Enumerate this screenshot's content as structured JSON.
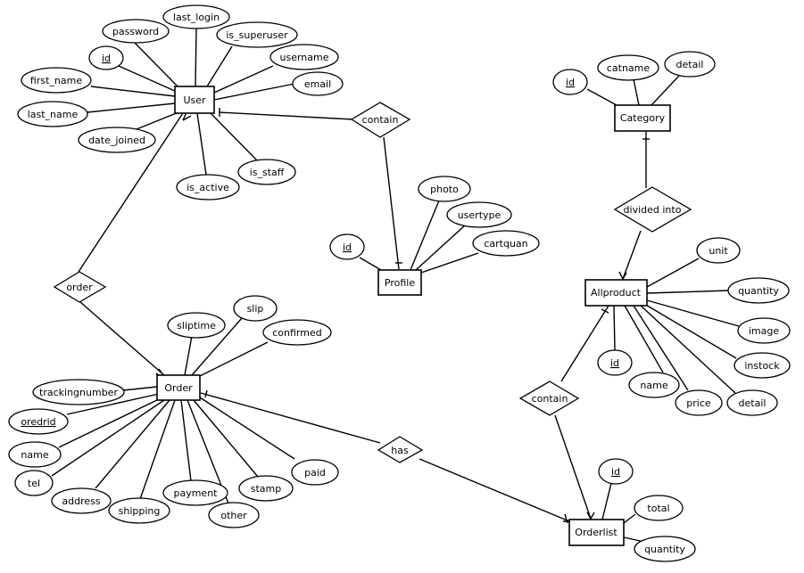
{
  "entities": {
    "user": "User",
    "profile": "Profile",
    "order": "Order",
    "category": "Category",
    "allproduct": "Allproduct",
    "orderlist": "Orderlist"
  },
  "relationships": {
    "user_profile": "contain",
    "user_order": "order",
    "order_orderlist": "has",
    "category_allproduct": "divided into",
    "allproduct_orderlist": "contain"
  },
  "attributes": {
    "user": {
      "password": "password",
      "last_login": "last_login",
      "id": "id",
      "is_superuser": "is_superuser",
      "username": "username",
      "email": "email",
      "first_name": "first_name",
      "last_name": "last_name",
      "date_joined": "date_joined",
      "is_staff": "is_staff",
      "is_active": "is_active"
    },
    "profile": {
      "id": "id",
      "photo": "photo",
      "usertype": "usertype",
      "cartquan": "cartquan"
    },
    "order": {
      "sliptime": "sliptime",
      "slip": "slip",
      "confirmed": "confirmed",
      "trackingnumber": "trackingnumber",
      "oredrid": "oredrid",
      "name": "name",
      "tel": "tel",
      "address": "address",
      "shipping": "shipping",
      "payment": "payment",
      "other": "other",
      "stamp": "stamp",
      "paid": "paid"
    },
    "category": {
      "id": "id",
      "catname": "catname",
      "detail": "detail"
    },
    "allproduct": {
      "unit": "unit",
      "quantity": "quantity",
      "image": "image",
      "instock": "instock",
      "id": "id",
      "name": "name",
      "price": "price",
      "detail": "detail"
    },
    "orderlist": {
      "id": "id",
      "total": "total",
      "quantity": "quantity"
    }
  }
}
